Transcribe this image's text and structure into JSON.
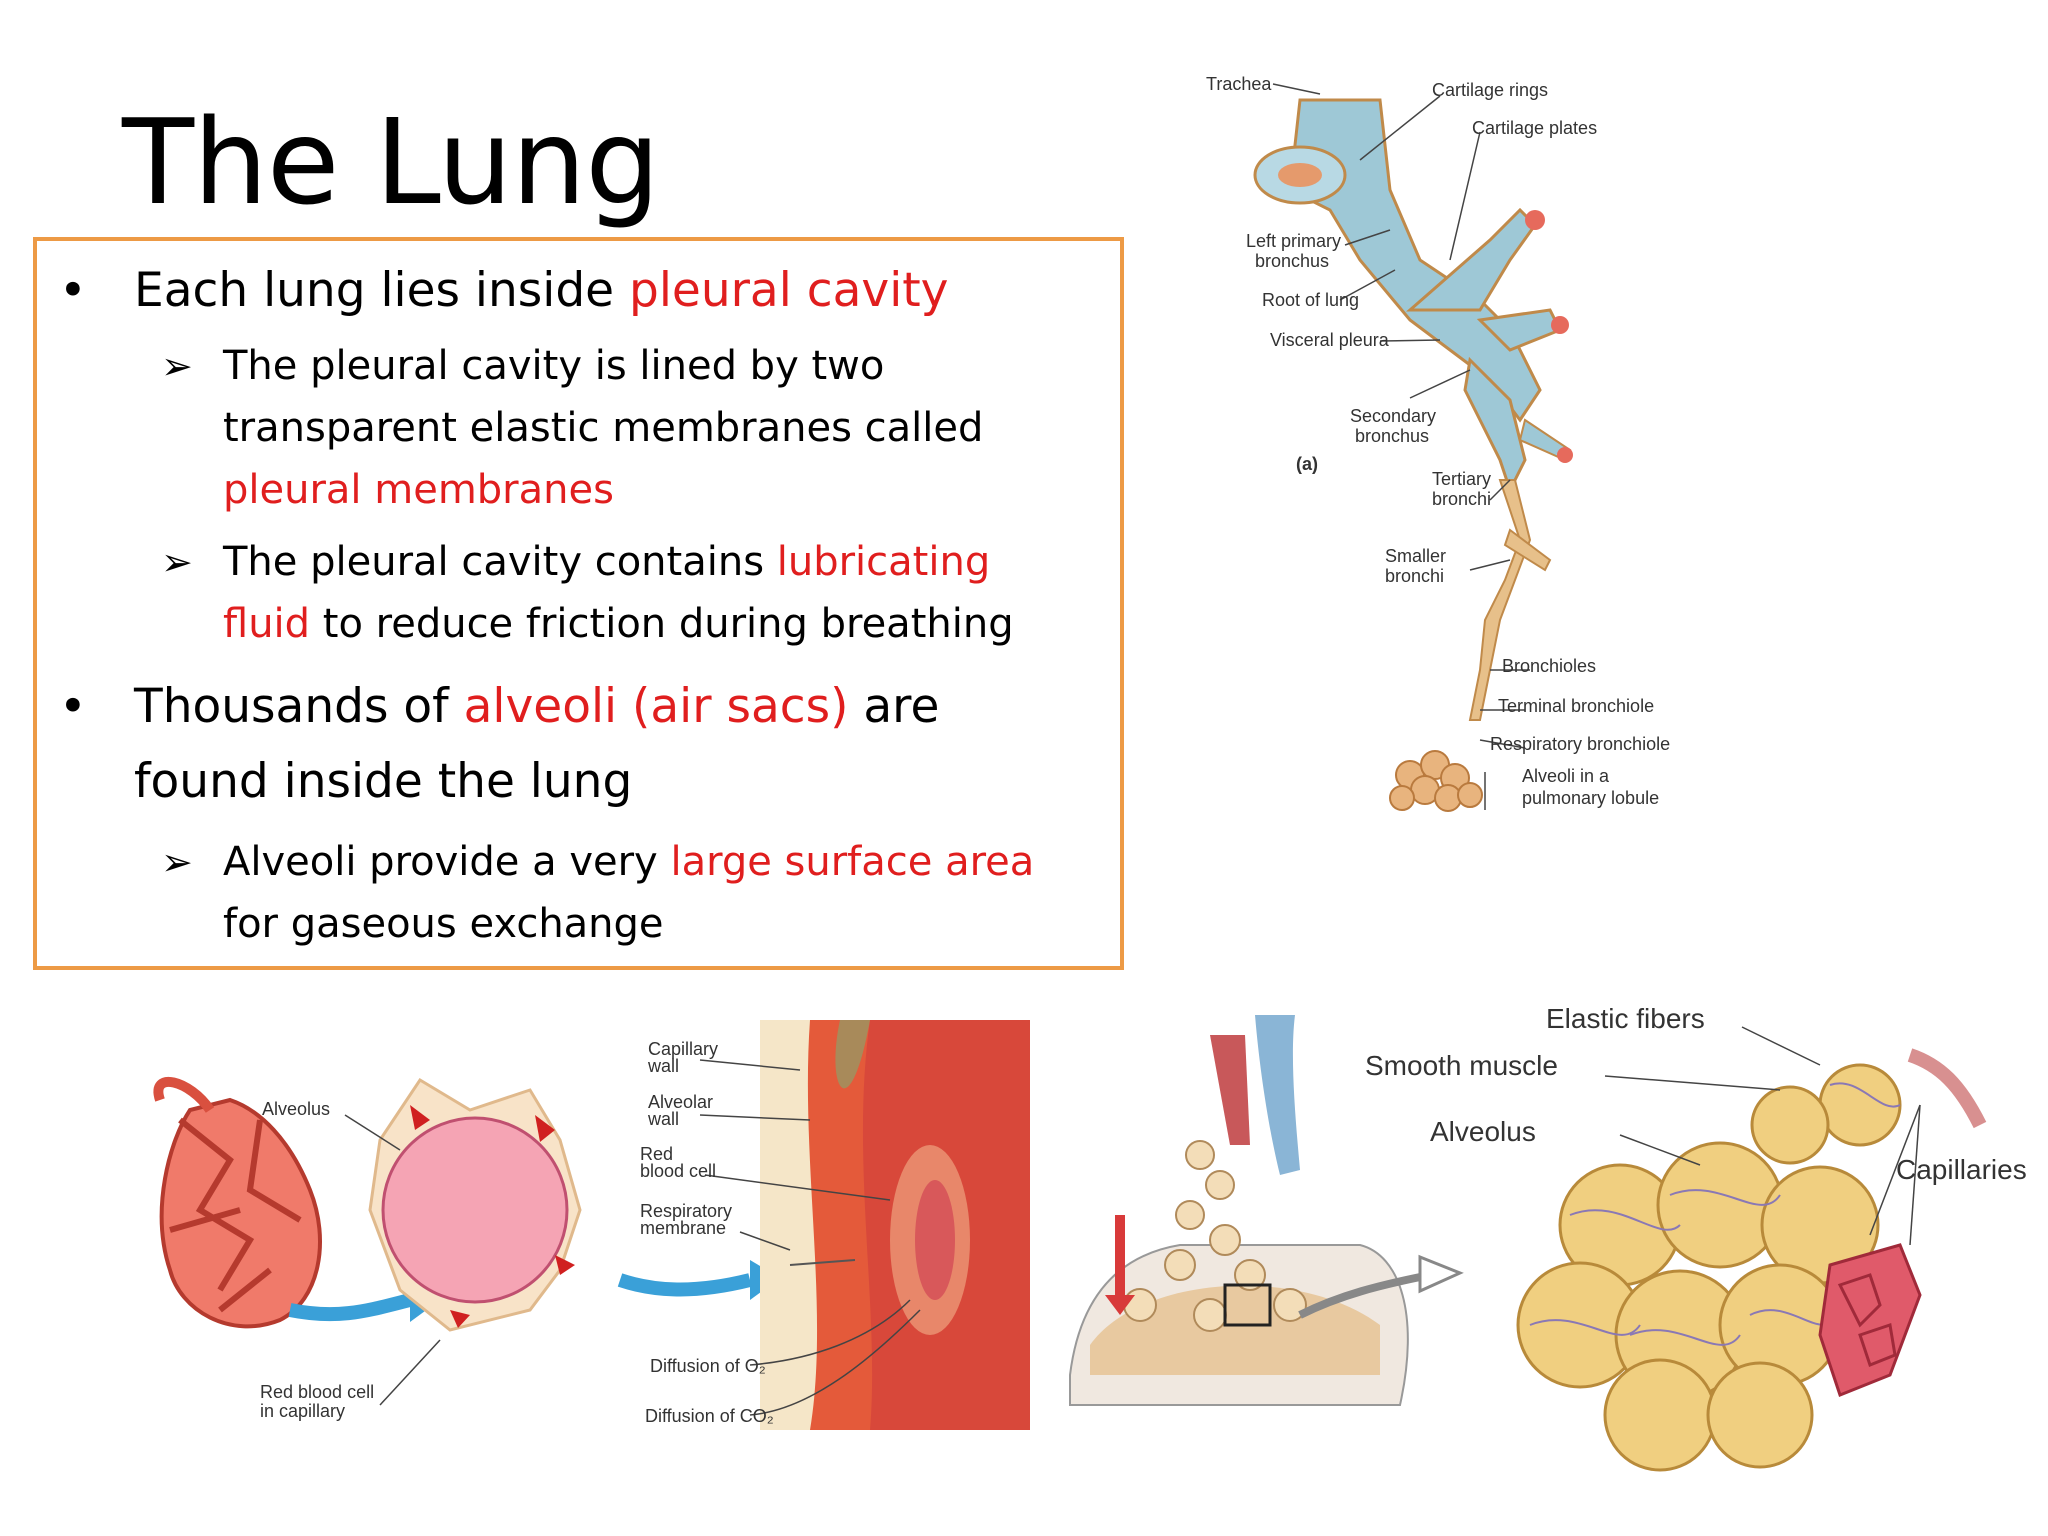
{
  "slide": {
    "title": "The Lung",
    "bullets": {
      "b1": {
        "text1": "Each lung lies inside ",
        "hl1": "pleural cavity"
      },
      "s1": {
        "line1": "The pleural cavity is lined by two",
        "line2": "transparent elastic membranes called",
        "hl": "pleural membranes"
      },
      "s2": {
        "text1": "The pleural cavity contains ",
        "hl1": "lubricating",
        "hl2": "fluid",
        "text2": " to reduce friction during breathing"
      },
      "b2": {
        "text1": "Thousands of ",
        "hl1": "alveoli (air sacs)",
        "text2": " are",
        "line2": "found inside the lung"
      },
      "s3": {
        "text1": "Alveoli provide a very ",
        "hl1": "large surface area",
        "line2": "for gaseous exchange"
      }
    }
  },
  "colors": {
    "highlight": "#E01E1E",
    "box_border": "#ED9A45"
  },
  "bronchial_tree": {
    "labels": {
      "trachea": "Trachea",
      "cartilage_rings": "Cartilage rings",
      "cartilage_plates": "Cartilage plates",
      "left_primary_1": "Left primary",
      "left_primary_2": "bronchus",
      "root": "Root of lung",
      "visceral": "Visceral pleura",
      "secondary_1": "Secondary",
      "secondary_2": "bronchus",
      "a": "(a)",
      "tertiary_1": "Tertiary",
      "tertiary_2": "bronchi",
      "smaller_1": "Smaller",
      "smaller_2": "bronchi",
      "bronchioles": "Bronchioles",
      "terminal": "Terminal  bronchiole",
      "respiratory": "Respiratory bronchiole",
      "alveoli_1": "Alveoli in a",
      "alveoli_2": "pulmonary lobule"
    }
  },
  "alveolus_diagram": {
    "labels": {
      "alveolus": "Alveolus",
      "rbc_cap_1": "Red blood cell",
      "rbc_cap_2": "in capillary",
      "cap_wall_1": "Capillary",
      "cap_wall_2": "wall",
      "alv_wall_1": "Alveolar",
      "alv_wall_2": "wall",
      "rbc_1": "Red",
      "rbc_2": "blood cell",
      "resp_1": "Respiratory",
      "resp_2": "membrane",
      "o2": "Diffusion of O₂",
      "co2": "Diffusion of CO₂"
    }
  },
  "lobule_diagram": {
    "labels": {
      "elastic": "Elastic fibers",
      "smooth": "Smooth muscle",
      "alveolus": "Alveolus",
      "capillaries": "Capillaries"
    }
  }
}
